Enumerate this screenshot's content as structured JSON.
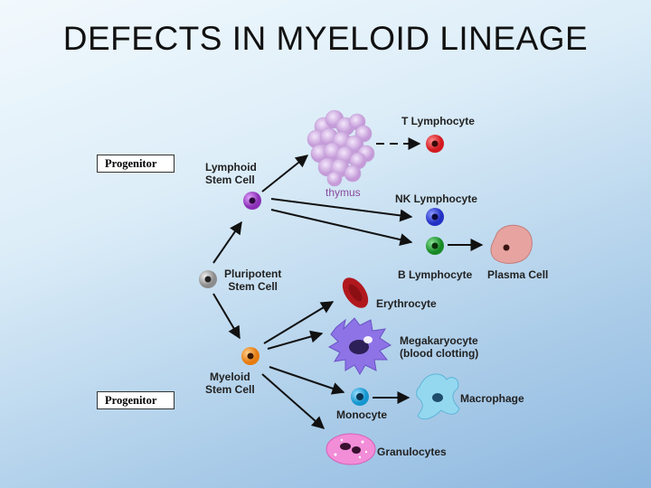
{
  "title": "DEFECTS IN MYELOID LINEAGE",
  "progenitor_labels": [
    "Progenitor",
    "Progenitor"
  ],
  "cells": {
    "t_lymphocyte": "T Lymphocyte",
    "thymus": "thymus",
    "lymphoid_stem_cell": [
      "Lymphoid",
      "Stem Cell"
    ],
    "nk_lymphocyte": "NK Lymphocyte",
    "pluripotent_stem_cell": [
      "Pluripotent",
      "Stem Cell"
    ],
    "b_lymphocyte": "B Lymphocyte",
    "plasma_cell": "Plasma Cell",
    "erythrocyte": "Erythrocyte",
    "megakaryocyte": [
      "Megakaryocyte",
      "(blood clotting)"
    ],
    "myeloid_stem_cell": [
      "Myeloid",
      "Stem Cell"
    ],
    "macrophage": "Macrophage",
    "monocyte": "Monocyte",
    "granulocytes": "Granulocytes"
  },
  "colors": {
    "t_cell": "#e2262b",
    "nk_cell": "#2f3fd6",
    "b_cell": "#1f9d2e",
    "lymphoid_stem": "#9b3fc4",
    "pluripotent": "#9a9a9a",
    "myeloid_stem": "#f08a1e",
    "monocyte": "#1aa4e0",
    "thymus": "#d7b8e6",
    "plasma": "#e49a9a",
    "erythrocyte": "#b0181e",
    "megakaryocyte": "#8467e0",
    "macrophage": "#8fd3ee",
    "granulocyte": "#f07ad2"
  }
}
